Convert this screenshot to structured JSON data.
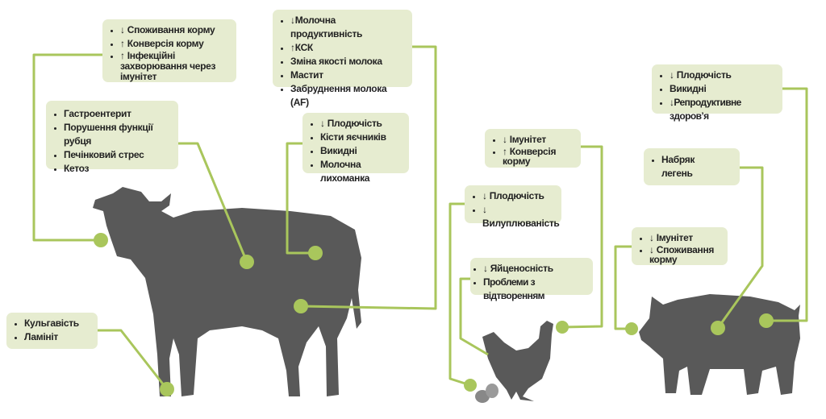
{
  "colors": {
    "box": "#e6ecd0",
    "line": "#a9c65c",
    "silhouette": "#595959"
  },
  "cow": {
    "feed_box": [
      "↓ Споживання корму",
      "↑ Конверсія корму",
      "↑ Інфекційні захворювання через імунітет"
    ],
    "digestive_box": [
      "Гастроентерит",
      "Порушення функції рубця",
      "Печінковий стрес",
      "Кетоз"
    ],
    "milk_box": [
      "↓Молочна продуктивність",
      "↑КСК",
      "Зміна якості молока",
      "Мастит",
      "Забруднення молока (AF)"
    ],
    "repro_box": [
      "↓ Плодючість",
      "Кісти яєчників",
      "Викидні",
      "Молочна лихоманка"
    ],
    "hoof_box": [
      "Кульгавість",
      "Ламініт"
    ]
  },
  "chicken": {
    "immune_box": [
      "↓ Імунітет",
      "↑ Конверсія корму"
    ],
    "fertility_box": [
      "↓ Плодючість",
      "↓ Вилуплюваність"
    ],
    "egg_box": [
      "↓ Яйценосність",
      "Проблеми з відтворенням"
    ]
  },
  "pig": {
    "repro_box": [
      "↓ Плодючість",
      "Викидні",
      "↓Репродуктивне здоров’я"
    ],
    "lung_box": [
      "Набряк легень"
    ],
    "immune_box": [
      "↓ Імунітет",
      "↓ Споживання корму"
    ]
  }
}
